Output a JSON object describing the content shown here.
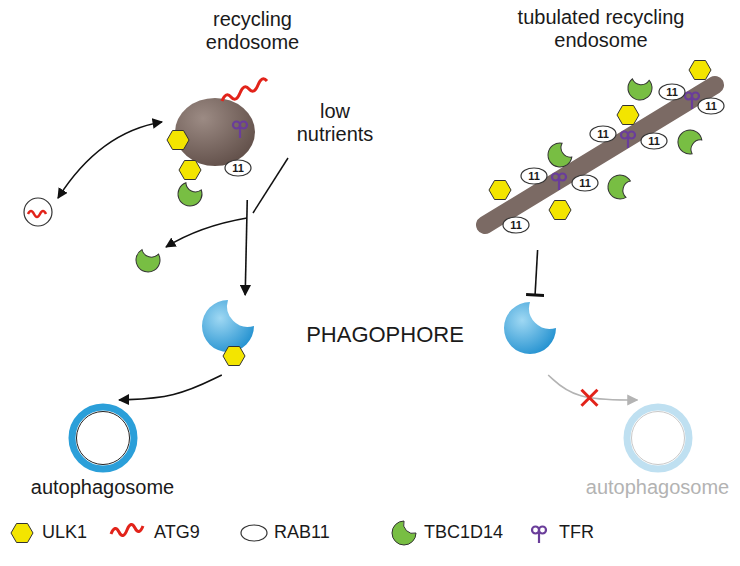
{
  "diagram": {
    "nodes": [
      {
        "text": [
          "recycling endosome"
        ]
      },
      {
        "text": [
          "tubulated recycling endosome"
        ]
      },
      {
        "text": [
          "PHAGOPHORE"
        ]
      },
      {
        "text": [
          "autophagosome"
        ]
      },
      {
        "text": [
          "autophagosome"
        ]
      }
    ],
    "edges": [
      {
        "from": 0,
        "to": 2,
        "arrow": "to"
      },
      {
        "from": 2,
        "to": 3,
        "arrow": "to"
      },
      {
        "from": 1,
        "to": 2,
        "arrow": "none"
      },
      {
        "from": 2,
        "to": 4,
        "arrow": "to"
      }
    ],
    "labels": [
      "low nutrients",
      "11",
      "11",
      "11",
      "11",
      "11",
      "11",
      "11",
      "11",
      "11"
    ],
    "legend": [
      {
        "text": "ULK1"
      },
      {
        "text": "ATG9"
      },
      {
        "text": "RAB11"
      },
      {
        "text": "TBC1D14"
      },
      {
        "text": "TFR"
      }
    ]
  }
}
